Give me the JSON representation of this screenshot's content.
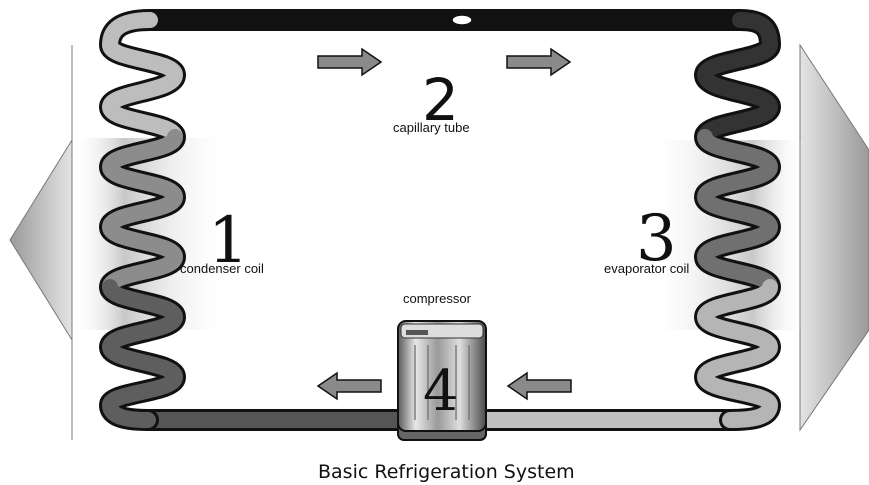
{
  "title": "Basic Refrigeration System",
  "components": [
    {
      "number": "1",
      "label": "condenser coil"
    },
    {
      "number": "2",
      "label": "capillary tube"
    },
    {
      "number": "3",
      "label": "evaporator coil"
    },
    {
      "number": "4",
      "label": "compressor"
    }
  ],
  "colors": {
    "hot_pipe": "#6e6e6e",
    "warm_pipe": "#b4b4b4",
    "cold_pipe": "#3c3c3c",
    "pipe_outline": "#111111",
    "arrow_fill": "#8a8a8a",
    "heat_shade": "#cfcfcf"
  }
}
